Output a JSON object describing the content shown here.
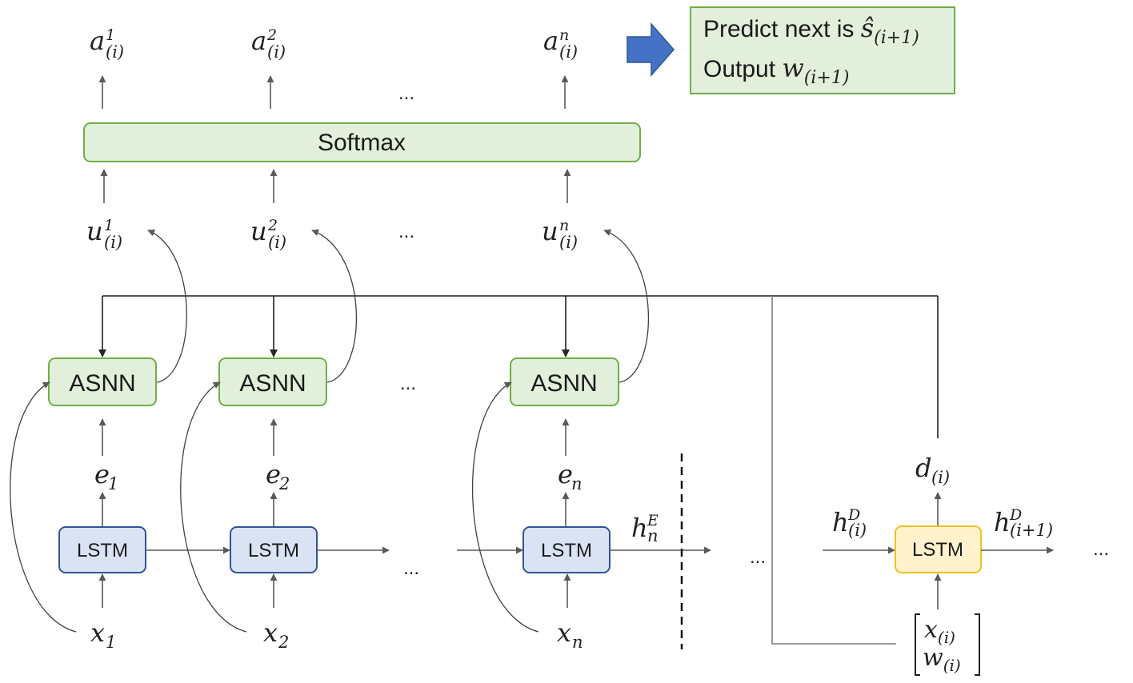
{
  "softmax": {
    "label": "Softmax"
  },
  "asnn": {
    "label": "ASNN"
  },
  "lstm": {
    "label": "LSTM"
  },
  "ellipsis": "...",
  "outputs": [
    {
      "base": "a",
      "sup": "1",
      "sub": "(i)"
    },
    {
      "base": "a",
      "sup": "2",
      "sub": "(i)"
    },
    {
      "base": "a",
      "sup": "n",
      "sub": "(i)"
    }
  ],
  "scores": [
    {
      "base": "u",
      "sup": "1",
      "sub": "(i)"
    },
    {
      "base": "u",
      "sup": "2",
      "sub": "(i)"
    },
    {
      "base": "u",
      "sup": "n",
      "sub": "(i)"
    }
  ],
  "encodings": [
    {
      "base": "e",
      "sub": "1"
    },
    {
      "base": "e",
      "sub": "2"
    },
    {
      "base": "e",
      "sub": "n"
    }
  ],
  "inputs": [
    {
      "base": "x",
      "sub": "1"
    },
    {
      "base": "x",
      "sub": "2"
    },
    {
      "base": "x",
      "sub": "n"
    }
  ],
  "encoder_final": {
    "base": "h",
    "sup": "E",
    "sub": "n"
  },
  "decoder_in": {
    "base": "h",
    "sup": "D",
    "sub": "(i)"
  },
  "decoder_out": {
    "base": "h",
    "sup": "D",
    "sub": "(i+1)"
  },
  "decoder_state": {
    "base": "d",
    "sub": "(i)"
  },
  "decoder_input": [
    {
      "base": "x",
      "sub": "(i)"
    },
    {
      "base": "w",
      "sub": "(i)"
    }
  ],
  "prediction": {
    "line1_text": "Predict next is ",
    "line1_math": {
      "base": "ŝ",
      "sub": "(i+1)"
    },
    "line2_text": "Output ",
    "line2_math": {
      "base": "w",
      "sub": "(i+1)"
    }
  },
  "colors": {
    "green_fill": "#e2efda",
    "green_stroke": "#70ad47",
    "blue_fill": "#dae3f3",
    "blue_stroke": "#2f5597",
    "yellow_fill": "#fff2cc",
    "yellow_stroke": "#f0c020",
    "big_arrow": "#4472c4"
  }
}
